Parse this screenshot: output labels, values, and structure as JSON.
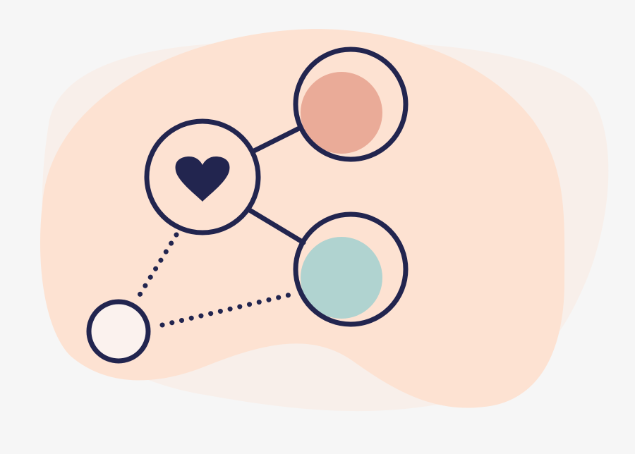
{
  "colors": {
    "page_background": "#f6f6f6",
    "back_blob": "#f8efea",
    "front_blob": "#fde2d2",
    "stroke": "#22254f",
    "heart": "#22254f",
    "coral_dot": "#eaab98",
    "teal_dot": "#b0d3d0",
    "node_fill": "#fde2d2",
    "small_node_fill": "#fbf2ee"
  },
  "icons": {
    "hub": "heart-icon",
    "share_glyph": "share-network-icon"
  },
  "nodes": [
    {
      "id": "hub",
      "kind": "heart"
    },
    {
      "id": "top-right",
      "kind": "coral-dot"
    },
    {
      "id": "bottom-right",
      "kind": "teal-dot"
    },
    {
      "id": "small-bottom-left",
      "kind": "empty"
    }
  ],
  "edges": [
    {
      "from": "hub",
      "to": "top-right",
      "style": "solid"
    },
    {
      "from": "hub",
      "to": "bottom-right",
      "style": "solid"
    },
    {
      "from": "hub",
      "to": "small-bottom-left",
      "style": "dotted"
    },
    {
      "from": "small-bottom-left",
      "to": "bottom-right",
      "style": "dotted"
    }
  ]
}
